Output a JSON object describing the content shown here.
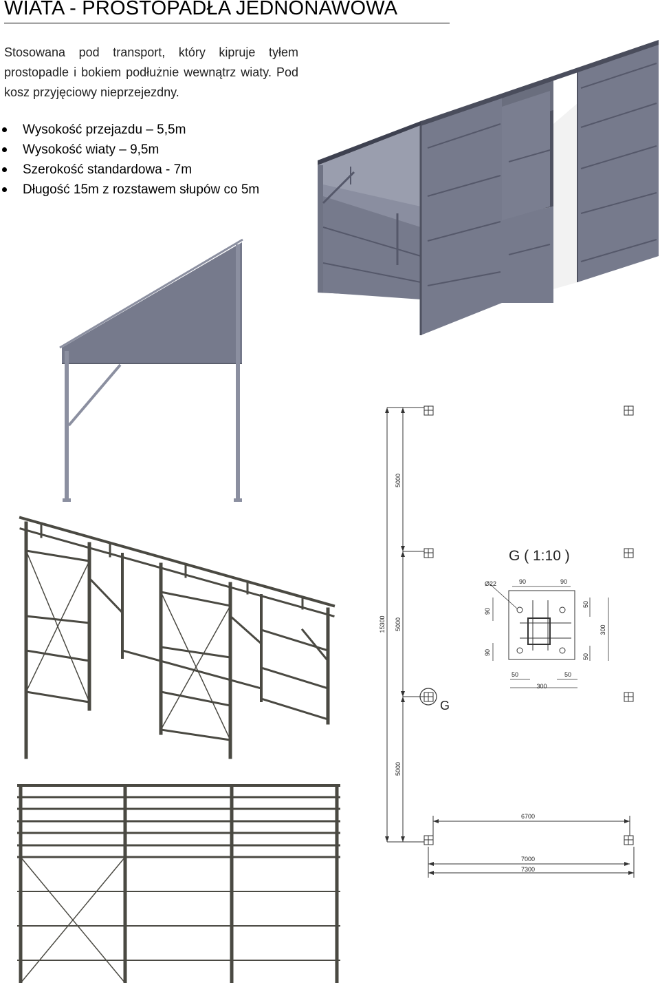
{
  "title": "WIATA - PROSTOPADŁA JEDNONAWOWA",
  "intro": "Stosowana pod transport, który kipruje tyłem prostopadle i bokiem podłużnie wewnątrz wiaty. Pod kosz przyjęciowy nieprzejezdny.",
  "bullets": [
    "Wysokość przejazdu – 5,5m",
    "Wysokość  wiaty – 9,5m",
    "Szerokość standardowa - 7m",
    "Długość 15m z rozstawem słupów co 5m"
  ],
  "plan_drawing": {
    "dimensions": {
      "span_1": "5000",
      "span_2": "5000",
      "span_3": "5000",
      "total_length": "15300",
      "axis_width": "6700",
      "width": "7000",
      "overall_width": "7300"
    },
    "detail_marker": "G"
  },
  "detail_g": {
    "title": "G ( 1:10 )",
    "hole_diameter": "Ø22",
    "dim_90_top_left": "90",
    "dim_90_top_right": "90",
    "dim_90_left_top": "90",
    "dim_90_left_bottom": "90",
    "dim_50_right_top": "50",
    "dim_50_right_bottom": "50",
    "dim_300_right": "300",
    "dim_50_bottom_left": "50",
    "dim_50_bottom_right": "50",
    "dim_300_bottom": "300"
  },
  "colors": {
    "cladding": "#767a8c",
    "cladding_light": "#8b8fa0",
    "steel": "#4a4942",
    "line": "#333333"
  }
}
